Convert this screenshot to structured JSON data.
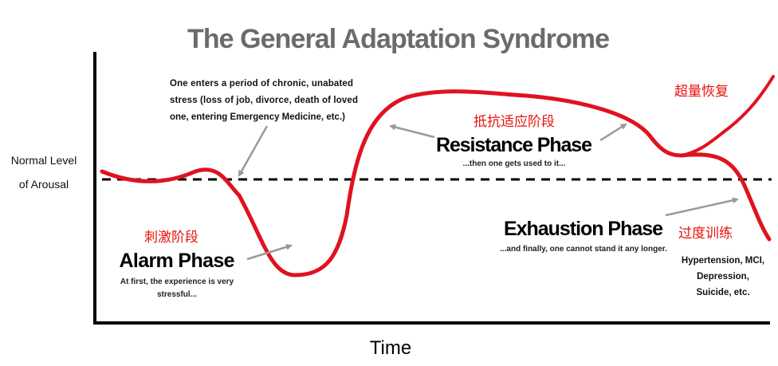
{
  "title": "The General Adaptation Syndrome",
  "y_axis_label": [
    "Normal Level",
    "of  Arousal"
  ],
  "x_axis_label": "Time",
  "chronic_note": [
    "One enters a period of chronic, unabated",
    "stress (loss of job, divorce, death of loved",
    "one, entering Emergency Medicine, etc.)"
  ],
  "alarm": {
    "cn": "刺激阶段",
    "label": "Alarm Phase",
    "desc": [
      "At first, the experience is very",
      "stressful..."
    ]
  },
  "resistance": {
    "cn": "抵抗适应阶段",
    "label": "Resistance Phase",
    "desc": "...then one gets used to it..."
  },
  "supercompensation_cn": "超量恢复",
  "exhaustion": {
    "cn": "过度训练",
    "label": "Exhaustion Phase",
    "desc": "...and finally, one cannot stand it any longer."
  },
  "outcomes": [
    "Hypertension, MCI,",
    "Depression,",
    "Suicide, etc."
  ],
  "colors": {
    "curve": "#e0121f",
    "arrow": "#999999",
    "title": "#6b6b6b",
    "cn_text": "#e8120c"
  }
}
